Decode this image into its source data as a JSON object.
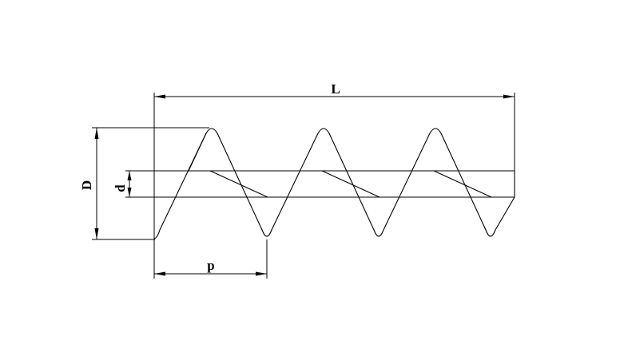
{
  "diagram": {
    "labels": {
      "length": "L",
      "outer_diameter": "D",
      "shaft_diameter": "d",
      "pitch": "p"
    }
  }
}
